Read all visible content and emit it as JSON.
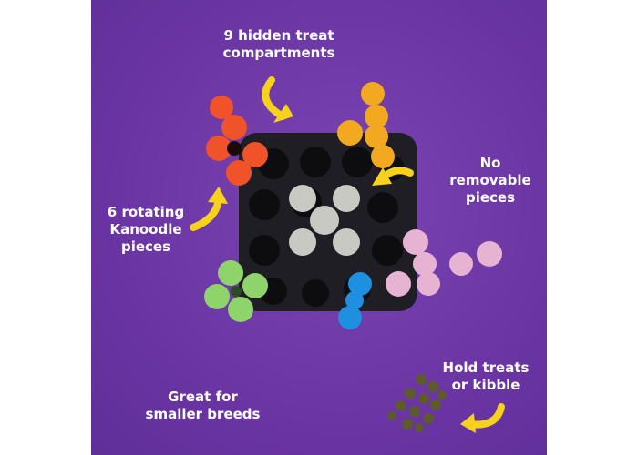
{
  "product_image": {
    "callouts": {
      "compartments": {
        "line1": "9 hidden treat",
        "line2": "compartments"
      },
      "rotating": {
        "line1": "6 rotating",
        "line2": "Kanoodle",
        "line3": "pieces"
      },
      "no_removable": {
        "line1": "No",
        "line2": "removable",
        "line3": "pieces"
      },
      "hold_treats": {
        "line1": "Hold treats",
        "line2": "or kibble"
      },
      "smaller_breeds": {
        "line1": "Great for",
        "line2": "smaller breeds"
      }
    },
    "colors": {
      "background": "#6f3aa8",
      "arrow": "#f7d21c",
      "board": "#1e1e24",
      "red": "#f0522a",
      "orange": "#f2a91f",
      "gray": "#c9c9c4",
      "green": "#8fd46a",
      "blue": "#1f8fe0",
      "pink": "#e7b3d3"
    }
  }
}
